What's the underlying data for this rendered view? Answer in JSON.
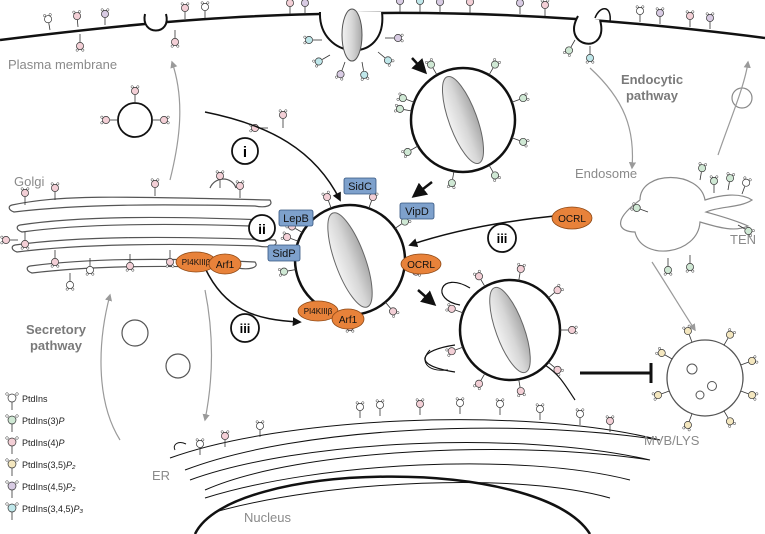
{
  "labels": {
    "plasma_membrane": "Plasma membrane",
    "endocytic_line1": "Endocytic",
    "endocytic_line2": "pathway",
    "endosome": "Endosome",
    "ten": "TEN",
    "golgi": "Golgi",
    "secretory_line1": "Secretory",
    "secretory_line2": "pathway",
    "er": "ER",
    "nucleus": "Nucleus",
    "mvb_lys": "MVB/LYS"
  },
  "steps": {
    "i": "i",
    "ii": "ii",
    "iii_left": "iii",
    "iii_right": "iii"
  },
  "effectors": {
    "sidc": "SidC",
    "lepb": "LepB",
    "vipd": "VipD",
    "sidp": "SidP",
    "ocrl_vacuole": "OCRL",
    "ocrl_endosome": "OCRL",
    "pi4k_golgi": "PI4KIIIβ",
    "arf1_golgi": "Arf1",
    "pi4k_vacuole": "PI4KIIIβ",
    "arf1_vacuole": "Arf1"
  },
  "legend": [
    {
      "base": "PtdIns",
      "suffix": "",
      "color": "#ffffff"
    },
    {
      "base": "PtdIns(3)",
      "suffix": "P",
      "color": "#cfe8d4"
    },
    {
      "base": "PtdIns(4)",
      "suffix": "P",
      "color": "#f3cfd6"
    },
    {
      "base": "PtdIns(3,5)",
      "suffix": "P₂",
      "color": "#f4e7bf"
    },
    {
      "base": "PtdIns(4,5)",
      "suffix": "P₂",
      "color": "#d8cbe3"
    },
    {
      "base": "PtdIns(3,4,5)",
      "suffix": "P₃",
      "color": "#bfe7ea"
    }
  ],
  "colors": {
    "effector_blue": "#7ea1cc",
    "effector_orange": "#e8823a",
    "pi3p": "#cfe8d4",
    "pi4p": "#f3cfd6",
    "pi35p2": "#f4e7bf",
    "pi45p2": "#d8cbe3",
    "pip3": "#bfe7ea",
    "gray_arrow": "#9a9a9a"
  }
}
